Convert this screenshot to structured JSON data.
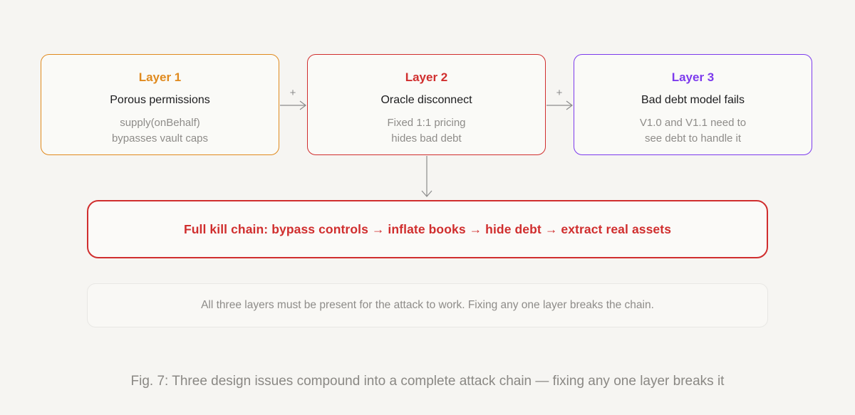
{
  "canvas": {
    "background": "#f6f5f2"
  },
  "layers": [
    {
      "title": "Layer 1",
      "subtitle": "Porous permissions",
      "detail_line1": "supply(onBehalf)",
      "detail_line2": "bypasses vault caps",
      "accent_color": "#e08a1e"
    },
    {
      "title": "Layer 2",
      "subtitle": "Oracle disconnect",
      "detail_line1": "Fixed 1:1 pricing",
      "detail_line2": "hides bad debt",
      "accent_color": "#d02e2e"
    },
    {
      "title": "Layer 3",
      "subtitle": "Bad debt model fails",
      "detail_line1": "V1.0 and V1.1 need to",
      "detail_line2": "see debt to handle it",
      "accent_color": "#7c3aed"
    }
  ],
  "connectors": {
    "plus_label": "+",
    "arrow_color": "#8c8c8c"
  },
  "kill_chain": {
    "text": "Full kill chain: bypass controls → inflate books → hide debt → extract real assets",
    "accent_color": "#d02e2e"
  },
  "note": {
    "text": "All three layers must be present for the attack to work. Fixing any one layer breaks the chain."
  },
  "caption": {
    "text": "Fig. 7: Three design issues compound into a complete attack chain — fixing any one layer breaks it"
  }
}
